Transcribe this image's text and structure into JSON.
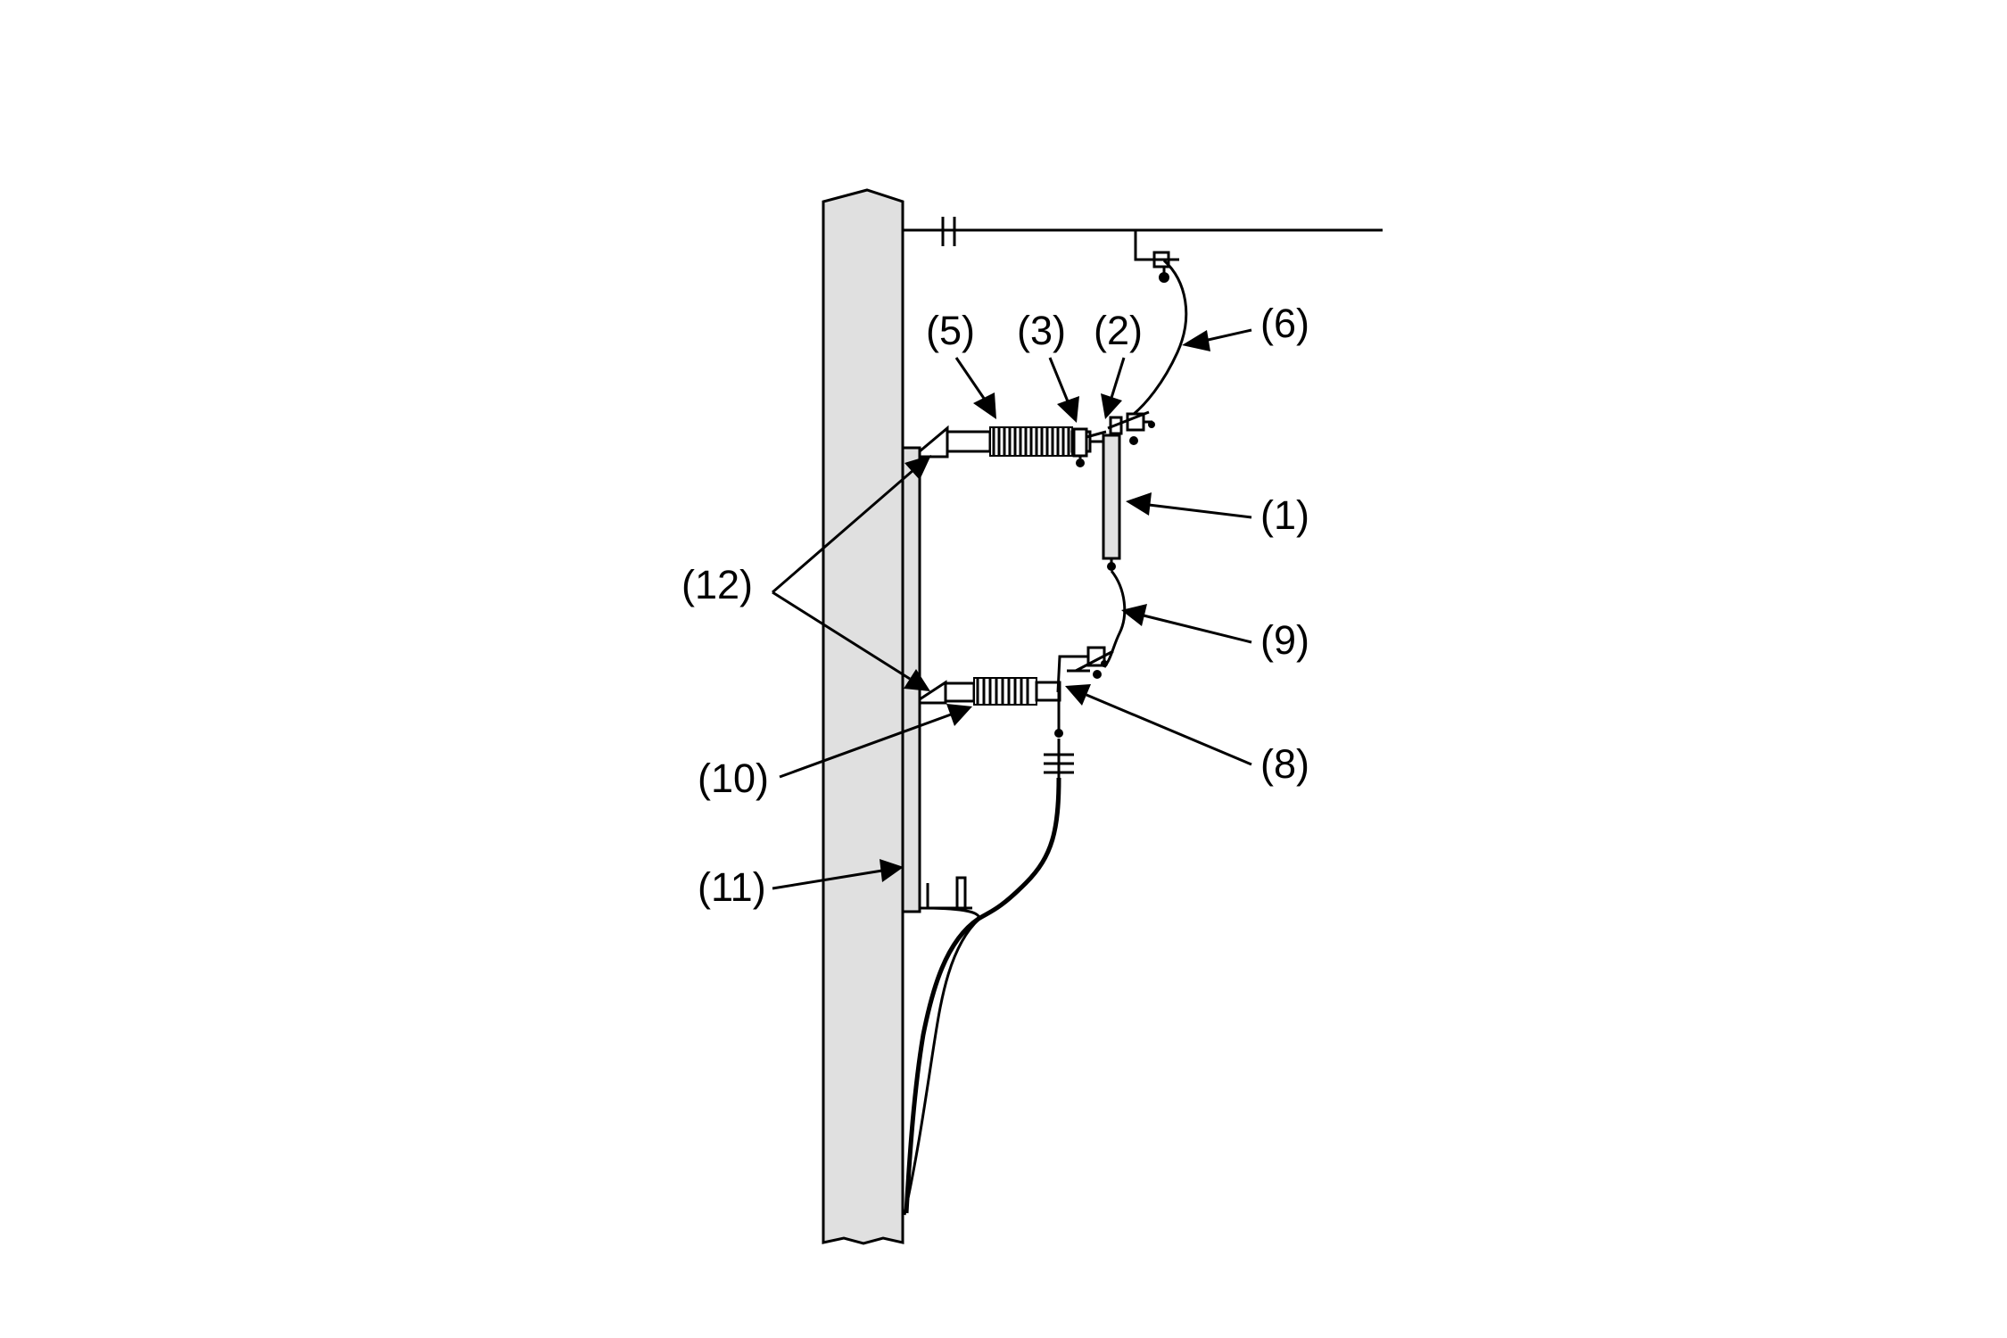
{
  "diagram": {
    "labels": {
      "l1": "(1)",
      "l2": "(2)",
      "l3": "(3)",
      "l5": "(5)",
      "l6": "(6)",
      "l8": "(8)",
      "l9": "(9)",
      "l10": "(10)",
      "l11": "(11)",
      "l12": "(12)"
    },
    "colors": {
      "pole_fill": "#e0e0e0",
      "stroke": "#000000",
      "background": "#ffffff"
    }
  }
}
